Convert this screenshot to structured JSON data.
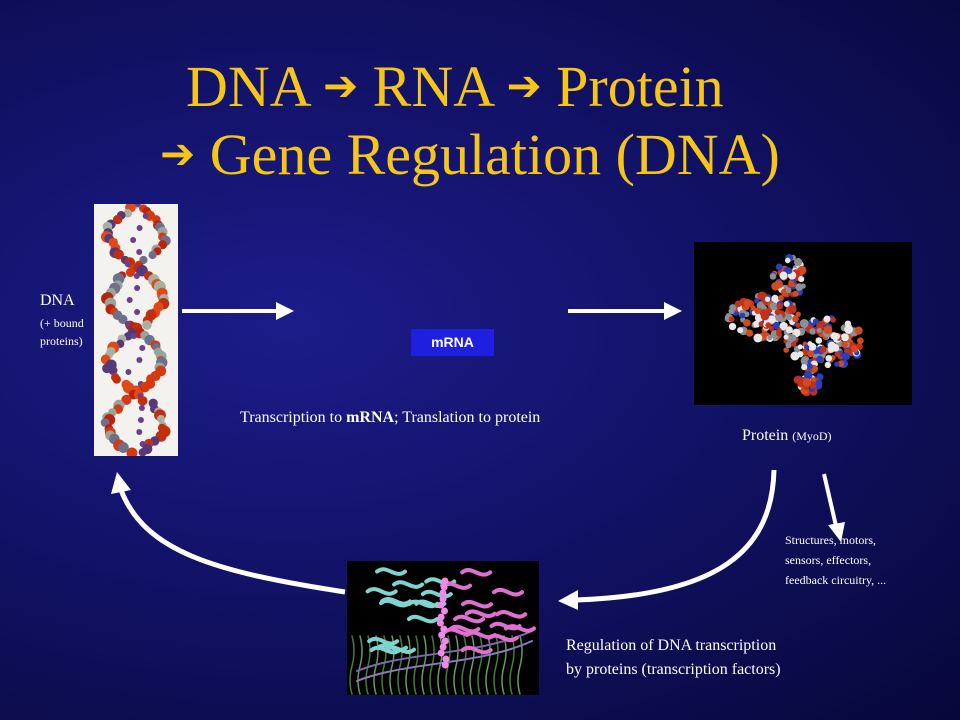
{
  "slide": {
    "title_line1": "DNA ➔ RNA ➔ Protein",
    "title_line2": "➔ Gene Regulation (DNA)",
    "title_parts": {
      "dna": "DNA",
      "rna": "RNA",
      "protein": "Protein",
      "gene_regulation": "Gene Regulation (DNA)",
      "arrow": "➔"
    },
    "dna_label": "DNA",
    "dna_sub1": "(+ bound",
    "dna_sub2": "proteins)",
    "mrna_box": "mRNA",
    "caption_pre": "Transcription to ",
    "caption_bold": "mRNA",
    "caption_post": "; Translation to protein",
    "protein_label": "Protein",
    "protein_sub": "(MyoD)",
    "outputs_line1": "Structures, motors,",
    "outputs_line2": "sensors,  effectors,",
    "outputs_line3": "feedback circuitry,  ...",
    "regulation_line1": "Regulation of DNA transcription",
    "regulation_line2": "by proteins (transcription factors)"
  },
  "colors": {
    "title": "#f5c518",
    "mrna_box": "#1f1fe0",
    "arrows": "#ffffff"
  }
}
